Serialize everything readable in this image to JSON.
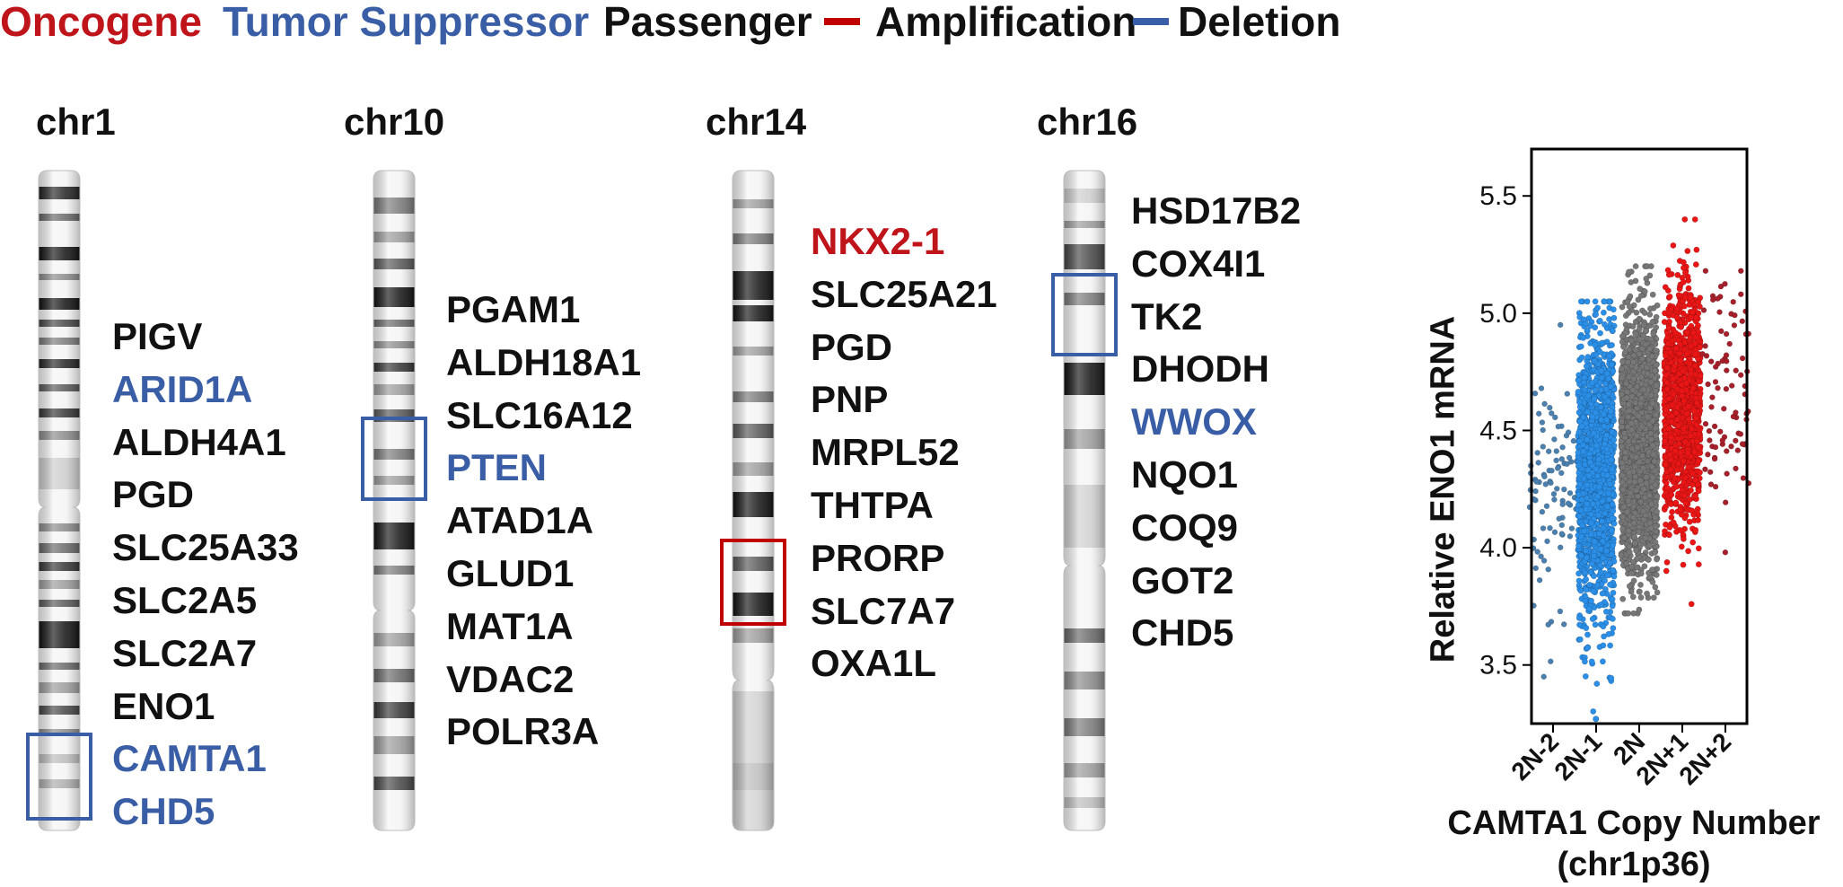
{
  "colors": {
    "oncogene": "#c0141b",
    "tumor_suppressor": "#3a5ea6",
    "passenger": "#111111",
    "amplification": "#c00000",
    "deletion": "#3a5ea6",
    "dot_2n_minus_2": "#4a7fae",
    "dot_2n_minus_1": "#2b8fe8",
    "dot_2n": "#777777",
    "dot_2n_plus_1": "#ea1616",
    "dot_2n_plus_2": "#a5202a"
  },
  "legend": {
    "oncogene": "Oncogene",
    "tumor_suppressor": "Tumor Suppressor",
    "passenger": "Passenger",
    "amplification": "Amplification",
    "deletion": "Deletion"
  },
  "chromosomes": [
    {
      "name": "chr1",
      "genes": [
        {
          "label": "PIGV",
          "type": "passenger"
        },
        {
          "label": "ARID1A",
          "type": "tumor_suppressor"
        },
        {
          "label": "ALDH4A1",
          "type": "passenger"
        },
        {
          "label": "PGD",
          "type": "passenger"
        },
        {
          "label": "SLC25A33",
          "type": "passenger"
        },
        {
          "label": "SLC2A5",
          "type": "passenger"
        },
        {
          "label": "SLC2A7",
          "type": "passenger"
        },
        {
          "label": "ENO1",
          "type": "passenger"
        },
        {
          "label": "CAMTA1",
          "type": "tumor_suppressor"
        },
        {
          "label": "CHD5",
          "type": "tumor_suppressor"
        }
      ],
      "highlight": "deletion"
    },
    {
      "name": "chr10",
      "genes": [
        {
          "label": "PGAM1",
          "type": "passenger"
        },
        {
          "label": "ALDH18A1",
          "type": "passenger"
        },
        {
          "label": "SLC16A12",
          "type": "passenger"
        },
        {
          "label": "PTEN",
          "type": "tumor_suppressor"
        },
        {
          "label": "ATAD1A",
          "type": "passenger"
        },
        {
          "label": "GLUD1",
          "type": "passenger"
        },
        {
          "label": "MAT1A",
          "type": "passenger"
        },
        {
          "label": "VDAC2",
          "type": "passenger"
        },
        {
          "label": "POLR3A",
          "type": "passenger"
        }
      ],
      "highlight": "deletion"
    },
    {
      "name": "chr14",
      "genes": [
        {
          "label": "NKX2-1",
          "type": "oncogene"
        },
        {
          "label": "SLC25A21",
          "type": "passenger"
        },
        {
          "label": "PGD",
          "type": "passenger"
        },
        {
          "label": "PNP",
          "type": "passenger"
        },
        {
          "label": "MRPL52",
          "type": "passenger"
        },
        {
          "label": "THTPA",
          "type": "passenger"
        },
        {
          "label": "PRORP",
          "type": "passenger"
        },
        {
          "label": "SLC7A7",
          "type": "passenger"
        },
        {
          "label": "OXA1L",
          "type": "passenger"
        }
      ],
      "highlight": "amplification"
    },
    {
      "name": "chr16",
      "genes": [
        {
          "label": "HSD17B2",
          "type": "passenger"
        },
        {
          "label": "COX4I1",
          "type": "passenger"
        },
        {
          "label": "TK2",
          "type": "passenger"
        },
        {
          "label": "DHODH",
          "type": "passenger"
        },
        {
          "label": "WWOX",
          "type": "tumor_suppressor"
        },
        {
          "label": "NQO1",
          "type": "passenger"
        },
        {
          "label": "COQ9",
          "type": "passenger"
        },
        {
          "label": "GOT2",
          "type": "passenger"
        },
        {
          "label": "CHD5",
          "type": "passenger"
        }
      ],
      "highlight": "deletion"
    }
  ],
  "chart_data": {
    "type": "scatter",
    "ylabel": "Relative ENO1 mRNA",
    "xlabel": "CAMTA1 Copy Number",
    "xlabel_sub": "(chr1p36)",
    "categories": [
      "2N-2",
      "2N-1",
      "2N",
      "2N+1",
      "2N+2"
    ],
    "ylim": [
      3.25,
      5.7
    ],
    "yticks": [
      3.5,
      4.0,
      4.5,
      5.0,
      5.5
    ],
    "ytick_labels": [
      "3.5",
      "4.0",
      "4.5",
      "5.0",
      "5.5"
    ],
    "grid": false,
    "series": [
      {
        "category": "2N-2",
        "count": 90,
        "min": 3.45,
        "max": 4.95,
        "center": 4.25,
        "spread": 0.28
      },
      {
        "category": "2N-1",
        "count": 1500,
        "min": 3.27,
        "max": 5.05,
        "center": 4.3,
        "spread": 0.3
      },
      {
        "category": "2N",
        "count": 2200,
        "min": 3.72,
        "max": 5.2,
        "center": 4.45,
        "spread": 0.25
      },
      {
        "category": "2N+1",
        "count": 1200,
        "min": 3.76,
        "max": 5.4,
        "center": 4.6,
        "spread": 0.24
      },
      {
        "category": "2N+2",
        "count": 85,
        "min": 3.98,
        "max": 5.18,
        "center": 4.65,
        "spread": 0.25
      }
    ]
  }
}
